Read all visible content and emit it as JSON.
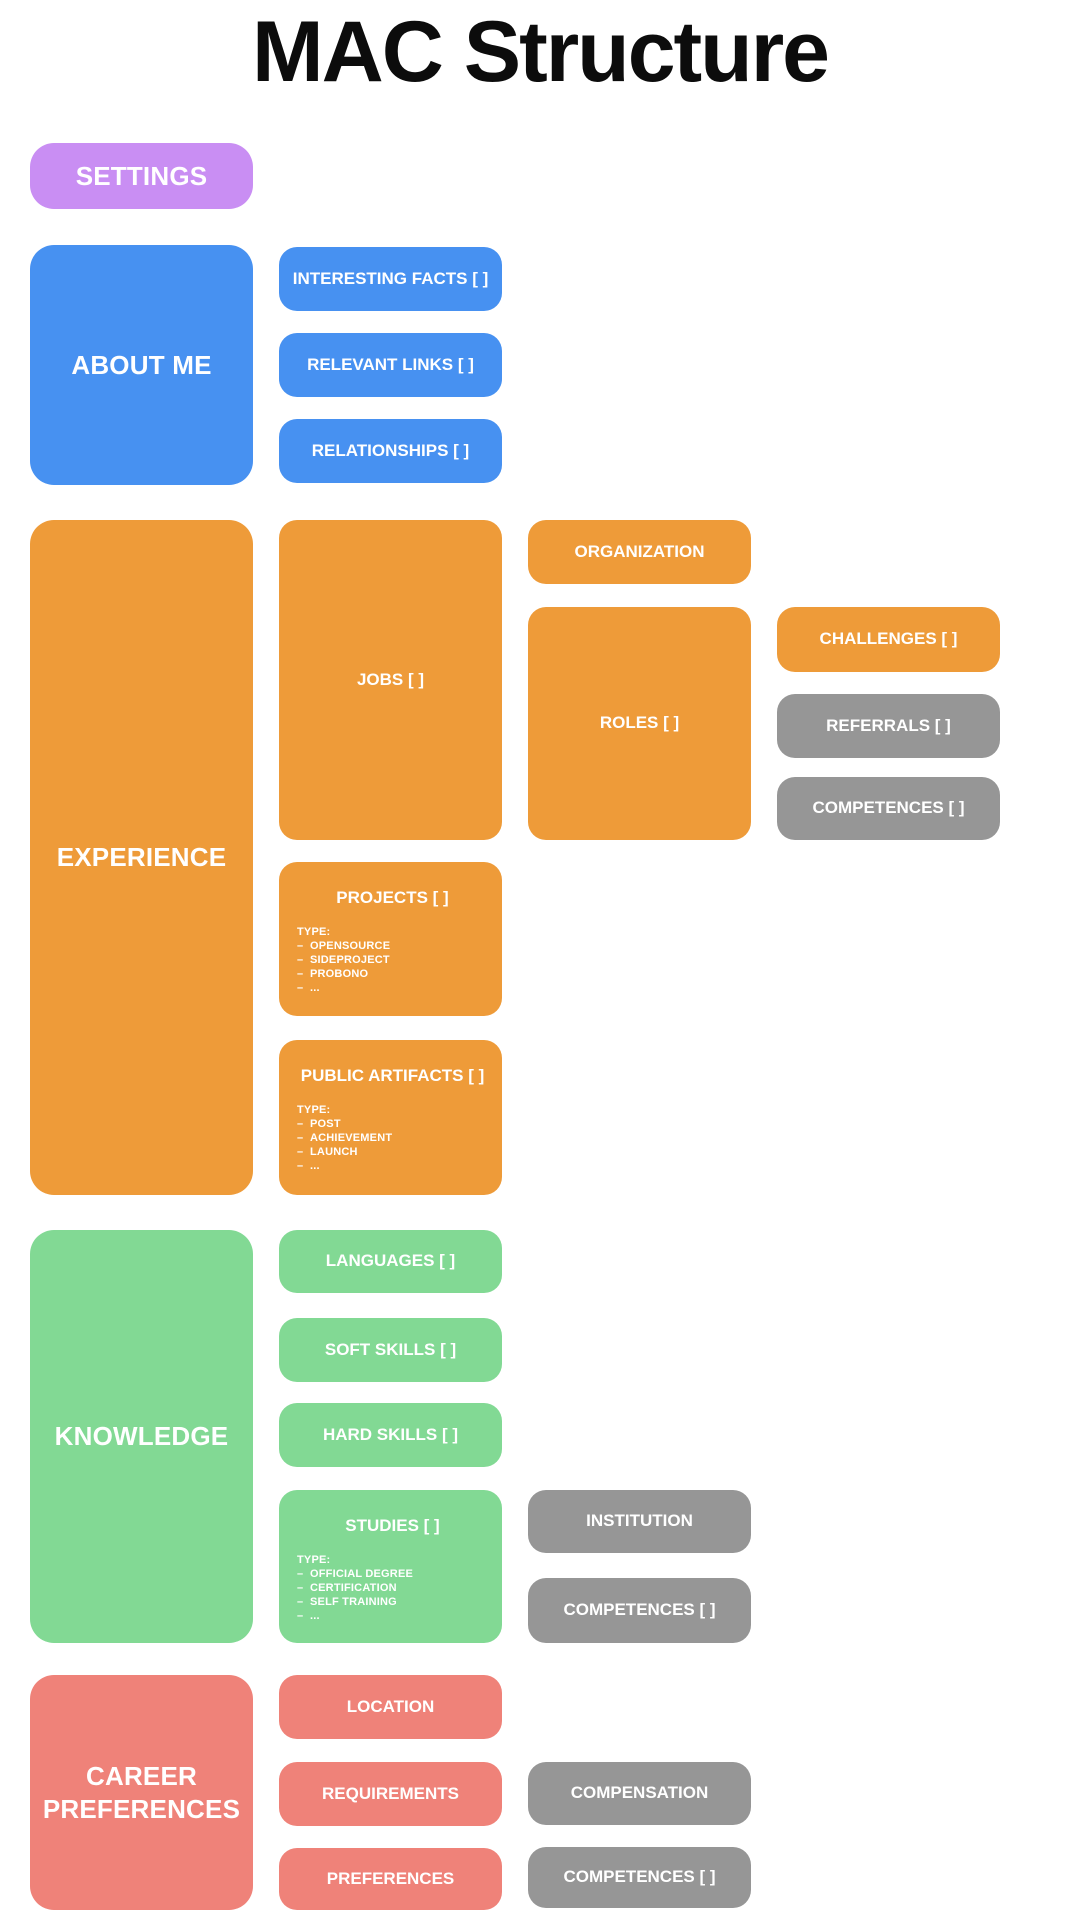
{
  "title": "MAC Structure",
  "colors": {
    "purple": "#c98ef3",
    "blue": "#4791f1",
    "orange": "#ee9b39",
    "green": "#82d994",
    "salmon": "#ef8279",
    "gray": "#969696"
  },
  "settings": {
    "label": "SETTINGS"
  },
  "about_me": {
    "label": "ABOUT ME",
    "interesting_facts": {
      "label": "INTERESTING FACTS [ ]"
    },
    "relevant_links": {
      "label": "RELEVANT LINKS [ ]"
    },
    "relationships": {
      "label": "RELATIONSHIPS [ ]"
    }
  },
  "experience": {
    "label": "EXPERIENCE",
    "jobs": {
      "label": "JOBS [ ]"
    },
    "organization": {
      "label": "ORGANIZATION"
    },
    "roles": {
      "label": "ROLES [ ]"
    },
    "challenges": {
      "label": "CHALLENGES [ ]"
    },
    "referrals": {
      "label": "REFERRALS [ ]"
    },
    "roles_competences": {
      "label": "COMPETENCES [ ]"
    },
    "projects": {
      "label": "PROJECTS [ ]",
      "type_heading": "TYPE:",
      "types": [
        "OPENSOURCE",
        "SIDEPROJECT",
        "PROBONO",
        "..."
      ]
    },
    "public_artifacts": {
      "label": "PUBLIC ARTIFACTS [ ]",
      "type_heading": "TYPE:",
      "types": [
        "POST",
        "ACHIEVEMENT",
        "LAUNCH",
        "..."
      ]
    }
  },
  "knowledge": {
    "label": "KNOWLEDGE",
    "languages": {
      "label": "LANGUAGES [ ]"
    },
    "soft_skills": {
      "label": "SOFT SKILLS [ ]"
    },
    "hard_skills": {
      "label": "HARD SKILLS [ ]"
    },
    "studies": {
      "label": "STUDIES [ ]",
      "type_heading": "TYPE:",
      "types": [
        "OFFICIAL DEGREE",
        "CERTIFICATION",
        "SELF TRAINING",
        "..."
      ]
    },
    "institution": {
      "label": "INSTITUTION"
    },
    "studies_competences": {
      "label": "COMPETENCES [ ]"
    }
  },
  "career_preferences": {
    "label": "CAREER PREFERENCES",
    "location": {
      "label": "LOCATION"
    },
    "requirements": {
      "label": "REQUIREMENTS"
    },
    "preferences": {
      "label": "PREFERENCES"
    },
    "compensation": {
      "label": "COMPENSATION"
    },
    "requirements_competences": {
      "label": "COMPETENCES [ ]"
    }
  }
}
